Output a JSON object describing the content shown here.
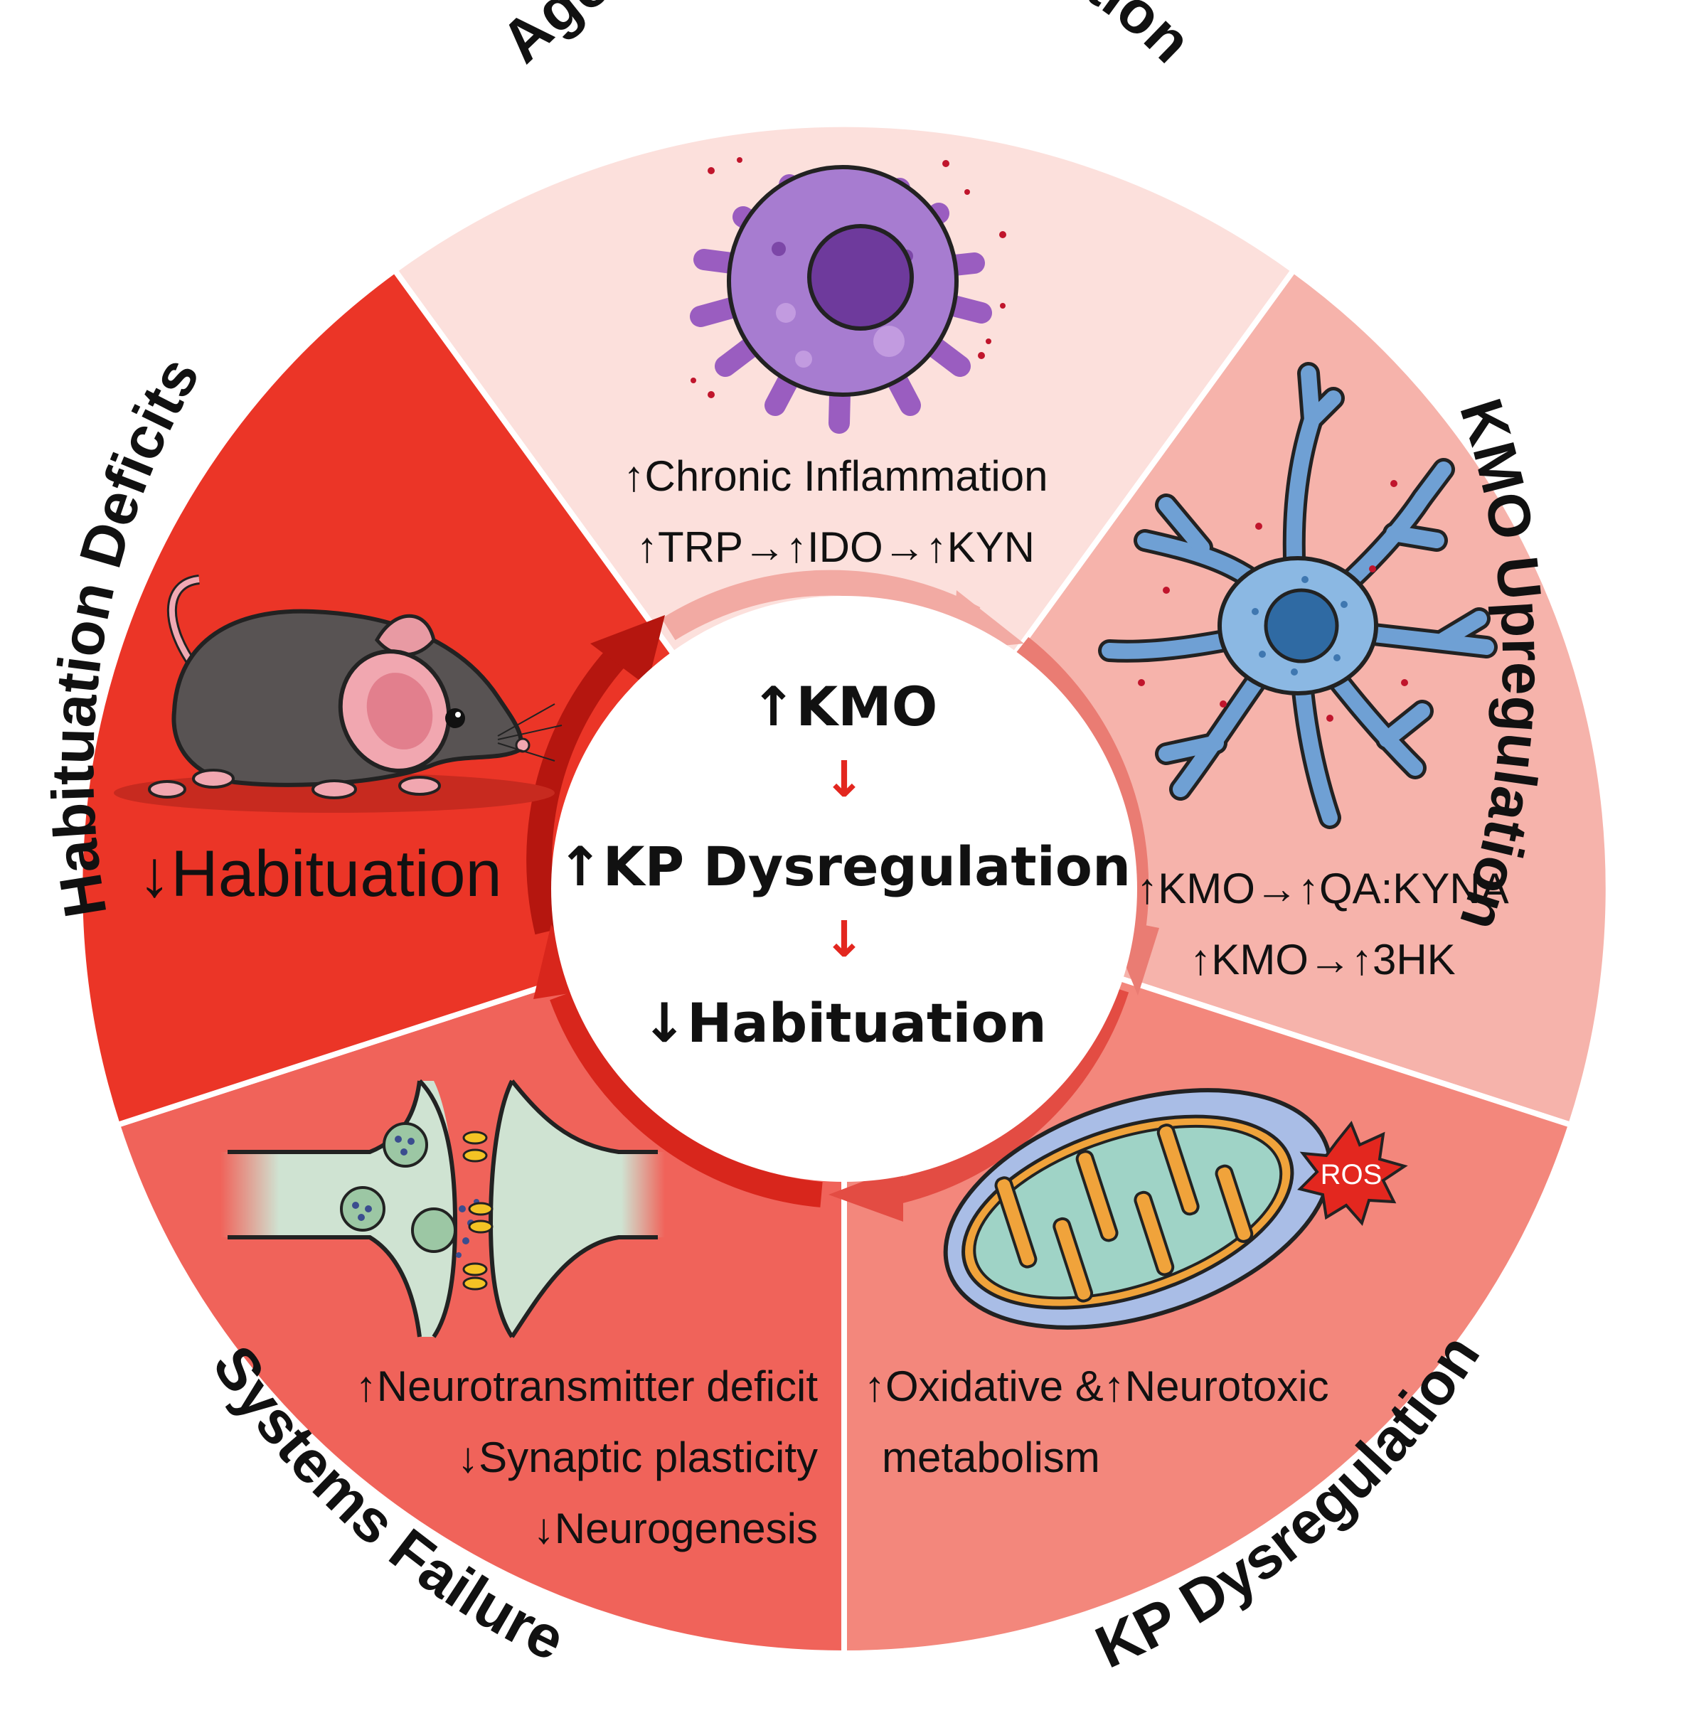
{
  "colors": {
    "age_related_inflammation": "#fce0dc",
    "kmo_upregulation": "#f6b3ab",
    "kp_dysregulation": "#f3877c",
    "systems_failure": "#f0635a",
    "habituation_deficits": "#eb3527",
    "arrow_red": "#e3271f"
  },
  "segments": {
    "age_related_inflammation": {
      "title": "Age-related Inflammation",
      "icon": "microglia-cell-icon",
      "lines": [
        "↑Chronic Inflammation",
        "↑TRP→↑IDO→↑KYN"
      ]
    },
    "kmo_upregulation": {
      "title": "KMO Upregulation",
      "icon": "astrocyte-cell-icon",
      "lines": [
        "↑KMO→↑QA:KYNA",
        "↑KMO→↑3HK"
      ]
    },
    "kp_dysregulation": {
      "title": "KP Dysregulation",
      "icon": "mitochondrion-icon",
      "badge": "ROS",
      "lines": [
        "↑Oxidative &↑Neurotoxic",
        "metabolism"
      ]
    },
    "systems_failure": {
      "title": "Systems Failure",
      "icon": "synapse-icon",
      "lines": [
        "↑Neurotransmitter deficit",
        "↓Synaptic plasticity",
        "↓Neurogenesis"
      ]
    },
    "habituation_deficits": {
      "title": "Habituation Deficits",
      "icon": "mouse-icon",
      "lines": [
        "↓Habituation"
      ]
    }
  },
  "center": {
    "line1": "↑KMO",
    "arrow1": "↓",
    "line2": "↑KP Dysregulation",
    "arrow2": "↓",
    "line3": "↓Habituation"
  }
}
